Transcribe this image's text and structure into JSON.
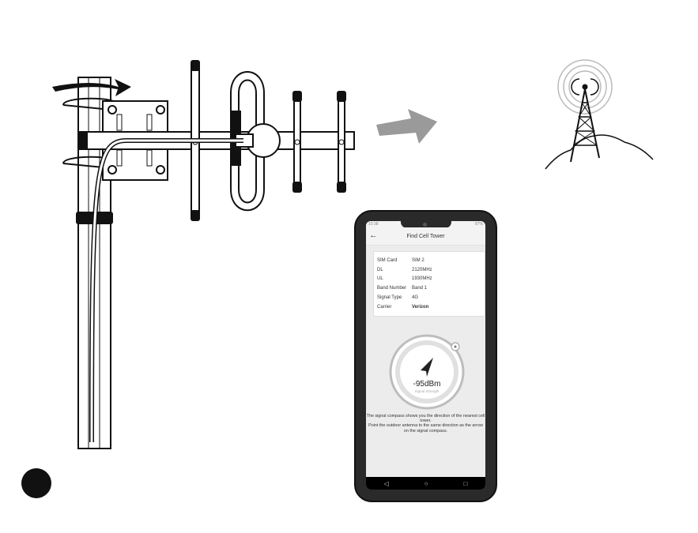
{
  "app": {
    "title": "Find Cell Tower",
    "status_left": "10:38",
    "status_right": "87%"
  },
  "info": {
    "rows": [
      {
        "key": "SIM Card",
        "value": "SIM 2"
      },
      {
        "key": "DL",
        "value": "2120MHz"
      },
      {
        "key": "UL",
        "value": "1930MHz"
      },
      {
        "key": "Band Number",
        "value": "Band 1"
      },
      {
        "key": "Signal Type",
        "value": "4G"
      },
      {
        "key": "Carrier",
        "value": "Verizon"
      }
    ]
  },
  "compass": {
    "value": "-95dBm",
    "label": "Signal Strength"
  },
  "instructions": {
    "line1": "The signal compass shows you the direction of the nearest cell tower.",
    "line2": "Point the outdoor antenna to the same direction as the arrow on the signal compass."
  },
  "nav": {
    "back": "◁",
    "home": "○",
    "recent": "□"
  },
  "colors": {
    "ink": "#111111",
    "arrow_gray": "#9a9a9a"
  }
}
